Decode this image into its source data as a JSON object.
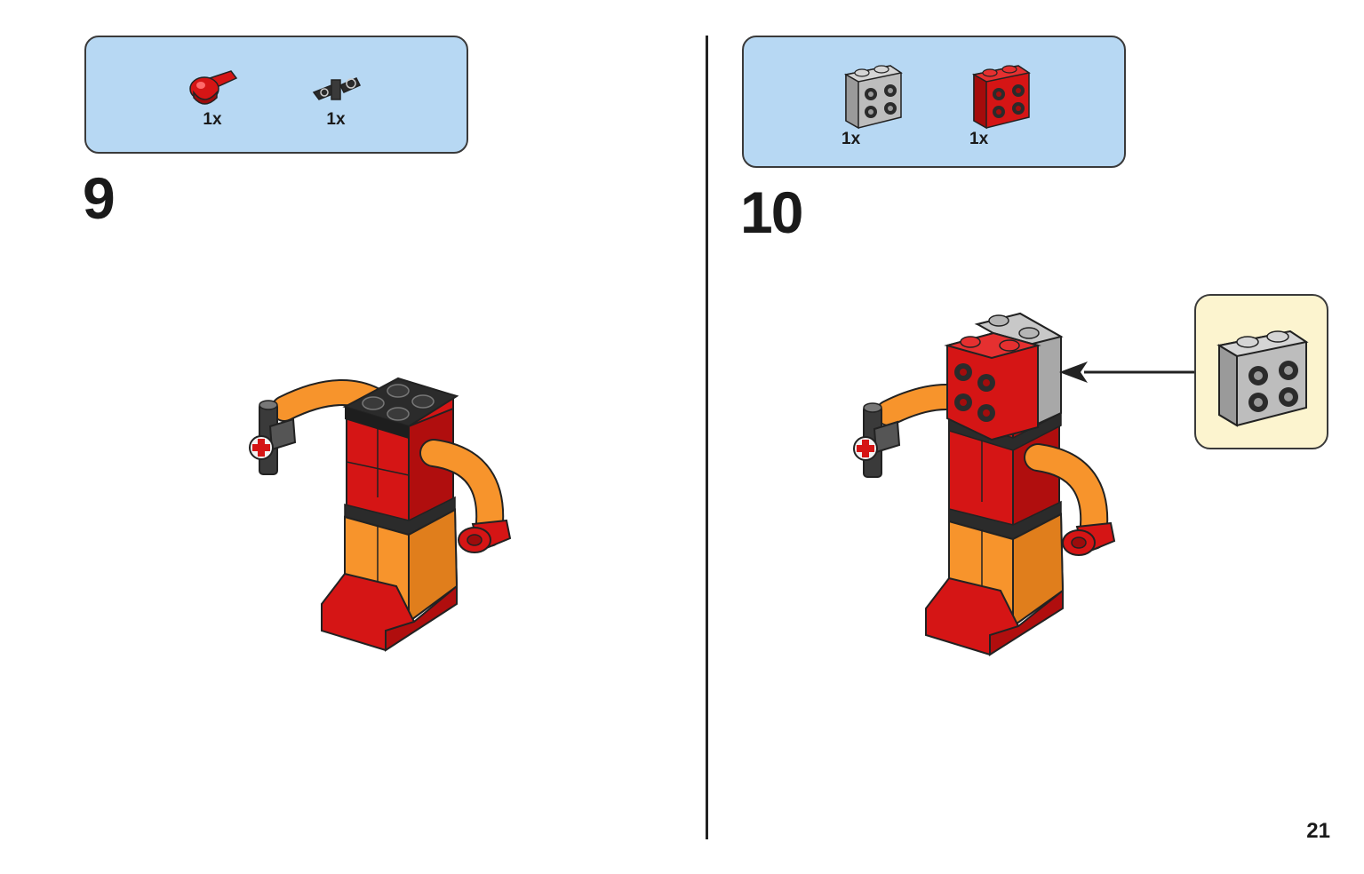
{
  "steps": [
    {
      "number": "9",
      "parts": [
        {
          "icon": "red-hinge-plate-icon",
          "qty": "1x"
        },
        {
          "icon": "black-clip-connector-icon",
          "qty": "1x"
        }
      ]
    },
    {
      "number": "10",
      "parts": [
        {
          "icon": "gray-brick-1x2-studs-side-icon",
          "qty": "1x"
        },
        {
          "icon": "red-brick-1x2-studs-side-icon",
          "qty": "1x"
        }
      ]
    }
  ],
  "page_number": "21",
  "colors": {
    "parts_box": "#b7d8f3",
    "callout_box": "#fcf4cf",
    "brick_red": "#d51515",
    "brick_orange": "#f7942c",
    "brick_black": "#2b2b2b",
    "brick_gray": "#a8a8a8"
  }
}
